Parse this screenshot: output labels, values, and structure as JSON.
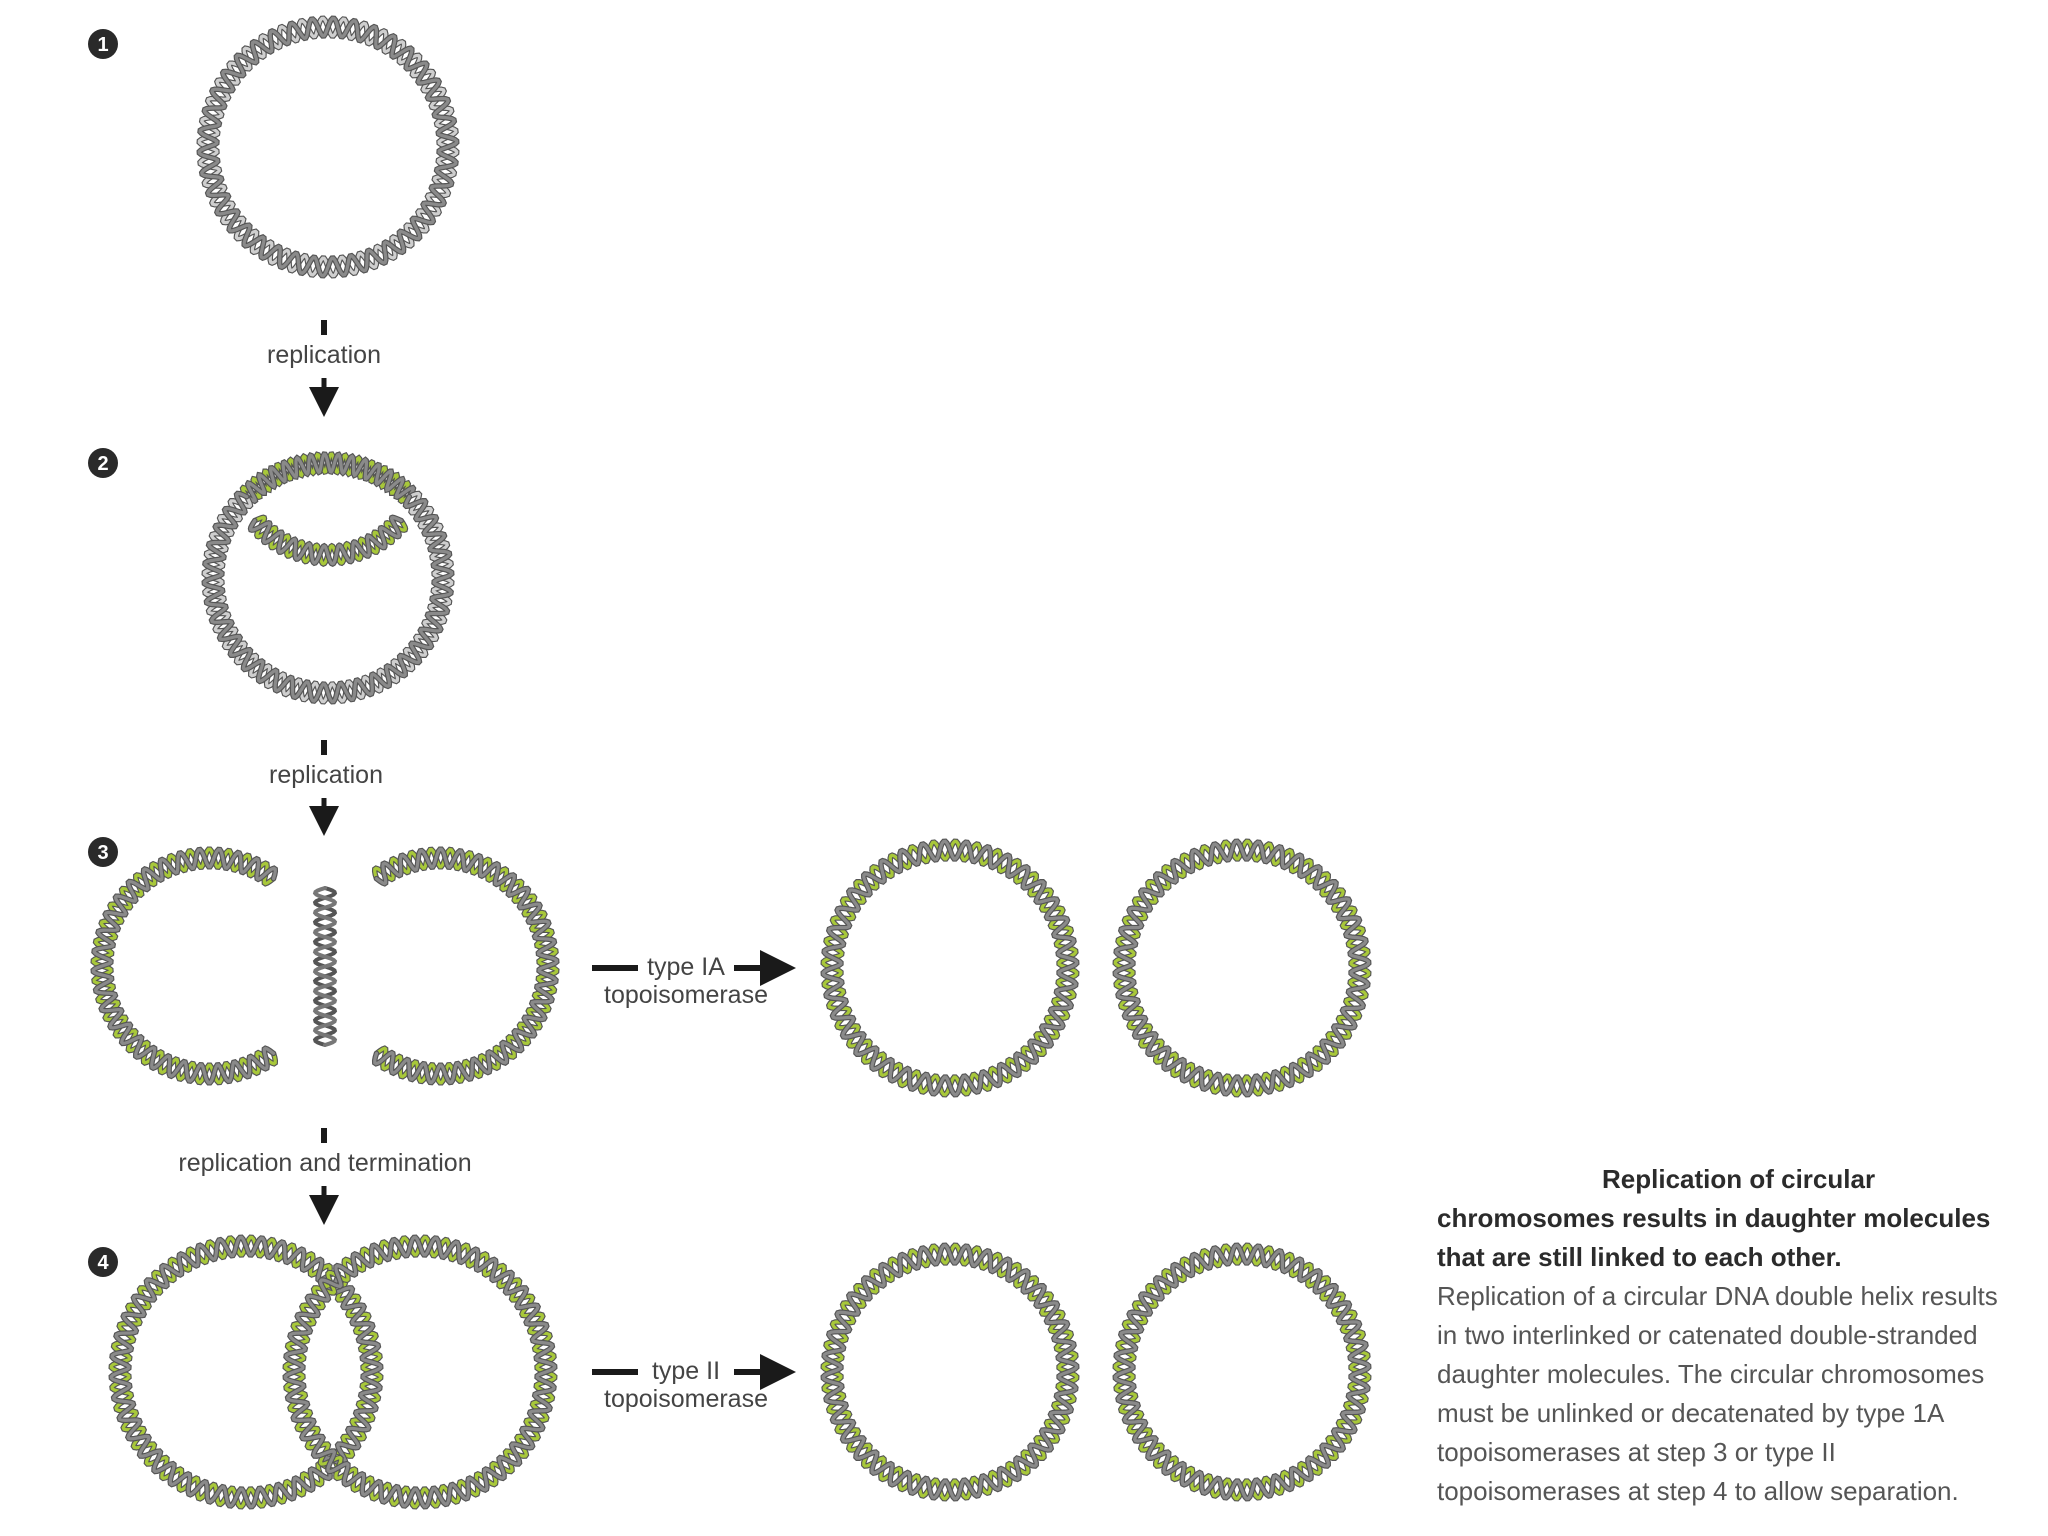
{
  "steps": [
    "1",
    "2",
    "3",
    "4"
  ],
  "arrows": {
    "replication_1": "replication",
    "replication_2": "replication",
    "replication_termination": "replication and termination"
  },
  "enzymes": {
    "type1a_line1": "type IA",
    "type1a_line2": "topoisomerase",
    "type2_line1": "type II",
    "type2_line2": "topoisomerase"
  },
  "caption": {
    "title": "Replication of circular chromosomes results in daughter molecules that are still linked to each other.",
    "body": "Replication of a circular DNA double helix results in two interlinked or catenated double-stranded daughter molecules. The circular chromosomes must be unlinked or decatenated by type 1A topoisomerases at step 3 or type II topoisomerases at step 4 to allow separation."
  },
  "colors": {
    "parental_strand": "#8a8a8a",
    "new_strand": "#a8c83a",
    "arrow": "#1a1a1a",
    "step_badge": "#2a2a2a"
  }
}
